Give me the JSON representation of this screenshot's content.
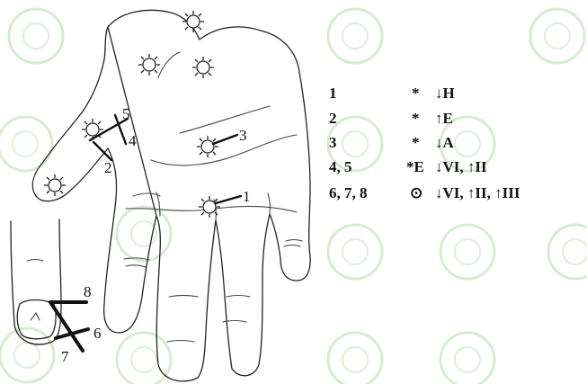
{
  "markers": {
    "m1": "1",
    "m2": "2",
    "m3": "3",
    "m4": "4",
    "m5": "5",
    "m6": "6",
    "m7": "7",
    "m8": "8"
  },
  "legend": [
    {
      "points": "1",
      "symbol": "*",
      "action": "↓H"
    },
    {
      "points": "2",
      "symbol": "*",
      "action": "↑E"
    },
    {
      "points": "3",
      "symbol": "*",
      "action": "↓A"
    },
    {
      "points": "4, 5",
      "symbol": "*E",
      "action": "↓VI, ↑II"
    },
    {
      "points": "6, 7, 8",
      "symbol": "⊙",
      "action": "↓VI, ↑II, ↑III"
    }
  ]
}
